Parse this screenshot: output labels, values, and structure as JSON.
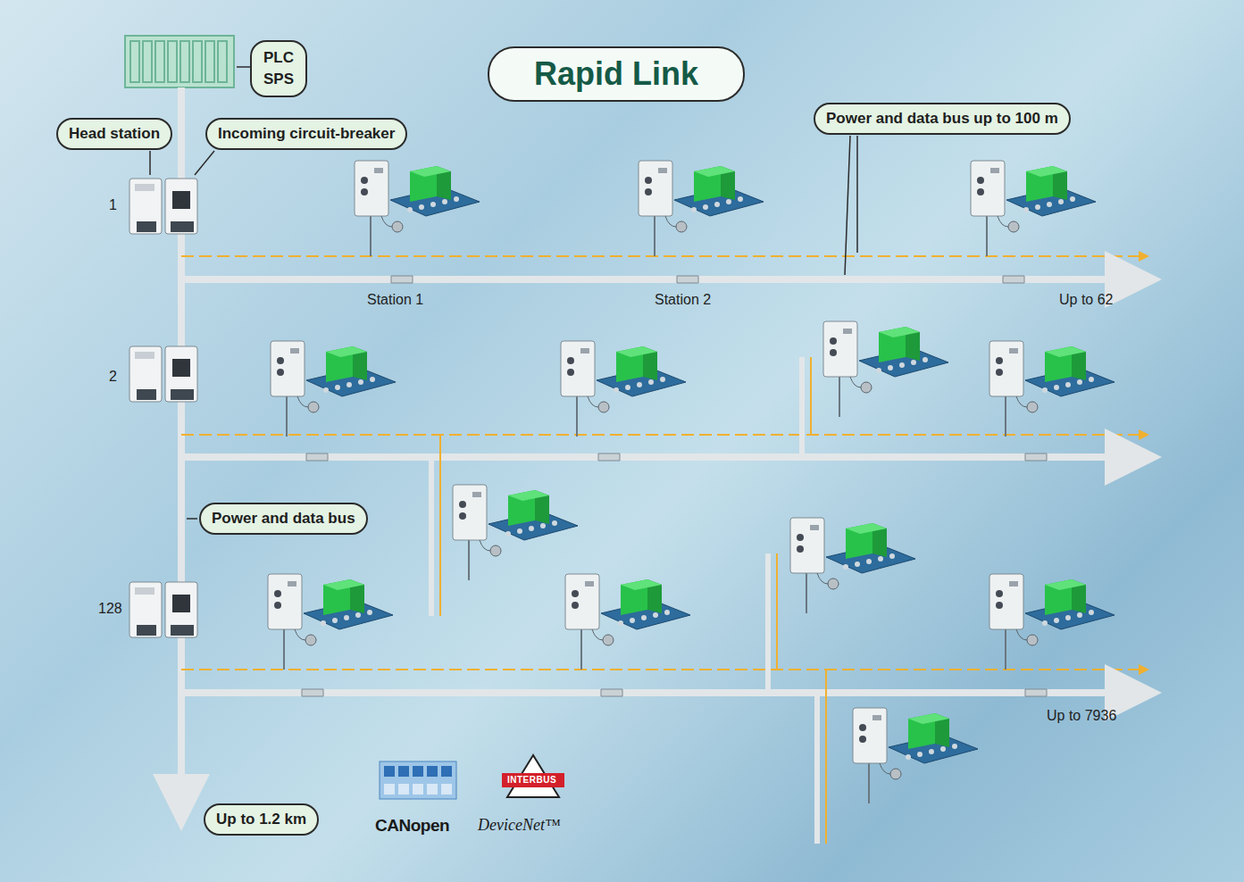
{
  "diagram": {
    "title": "Rapid Link",
    "nodes": [
      {
        "text": [
          "PLC SPS"
        ]
      },
      {
        "text": [
          "Head station"
        ]
      },
      {
        "text": [
          "Incoming circuit-breaker"
        ]
      },
      {
        "text": [
          "Power and data bus up to 100 m"
        ]
      },
      {
        "text": [
          "Power and data bus"
        ]
      },
      {
        "text": [
          "Up to 1.2 km"
        ]
      }
    ],
    "labels": [
      "1",
      "Station 1",
      "Station 2",
      "Up to 62",
      "2",
      "128",
      "Up to 7936",
      "INTERBUS",
      "CANopen",
      "DeviceNet™"
    ]
  }
}
